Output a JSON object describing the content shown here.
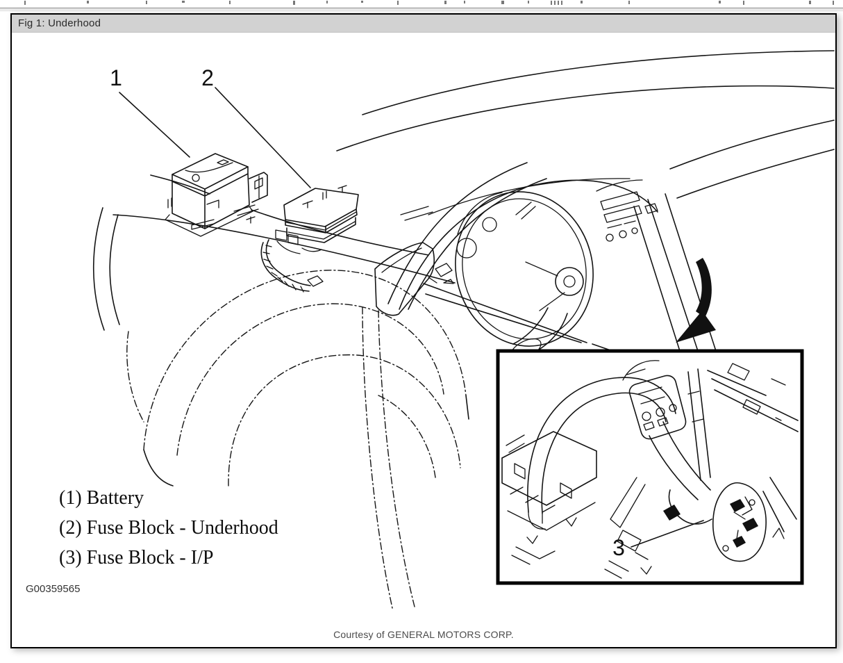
{
  "header": {
    "title": "Fig 1: Underhood"
  },
  "figure": {
    "callouts": {
      "battery": "1",
      "fuse_block_underhood": "2",
      "fuse_block_ip": "3"
    },
    "graphic_id": "G00359565",
    "legend": [
      {
        "text": "(1) Battery"
      },
      {
        "text": "(2) Fuse Block - Underhood"
      },
      {
        "text": "(3) Fuse Block - I/P"
      }
    ]
  },
  "footer": {
    "credit": "Courtesy of GENERAL MOTORS CORP."
  },
  "colors": {
    "header_bar_bg": "#d2d2d2",
    "panel_border": "#000000",
    "line_art": "#141414",
    "credit_text": "#4a4a4a"
  }
}
